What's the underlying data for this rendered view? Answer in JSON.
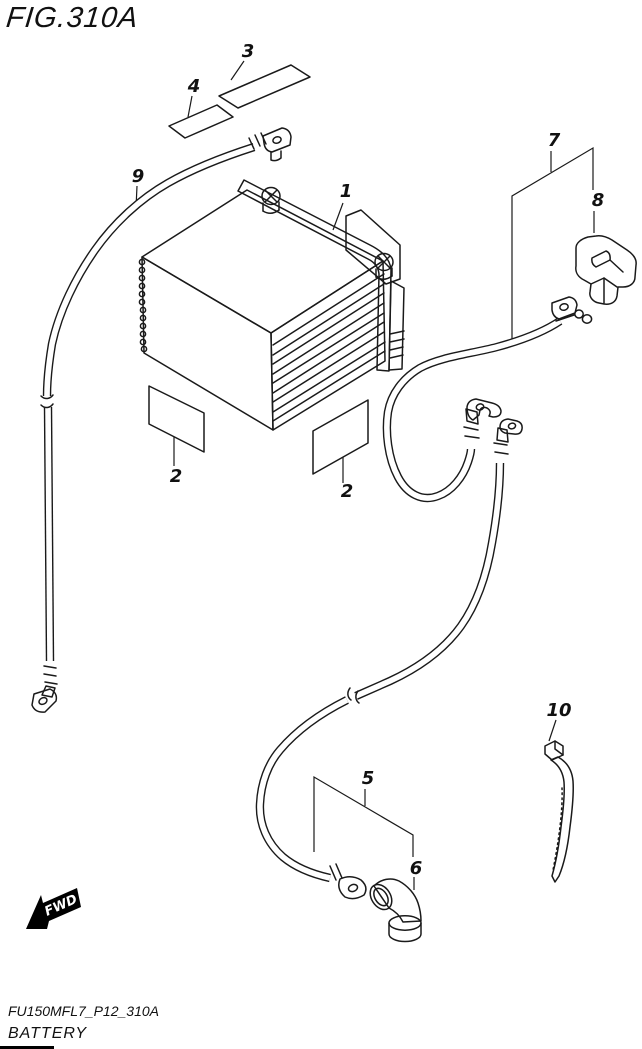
{
  "title": "FIG.310A",
  "figure": {
    "description": "battery exploded parts diagram",
    "callouts": [
      "1",
      "2",
      "2",
      "3",
      "4",
      "5",
      "6",
      "7",
      "8",
      "9",
      "10"
    ]
  },
  "fwd_label": "FWD",
  "footer": {
    "code": "FU150MFL7_P12_310A",
    "caption": "BATTERY"
  },
  "colors": {
    "line": "#1a1a1a",
    "background": "#ffffff",
    "fwd_fill": "#000000",
    "text": "#111111"
  }
}
